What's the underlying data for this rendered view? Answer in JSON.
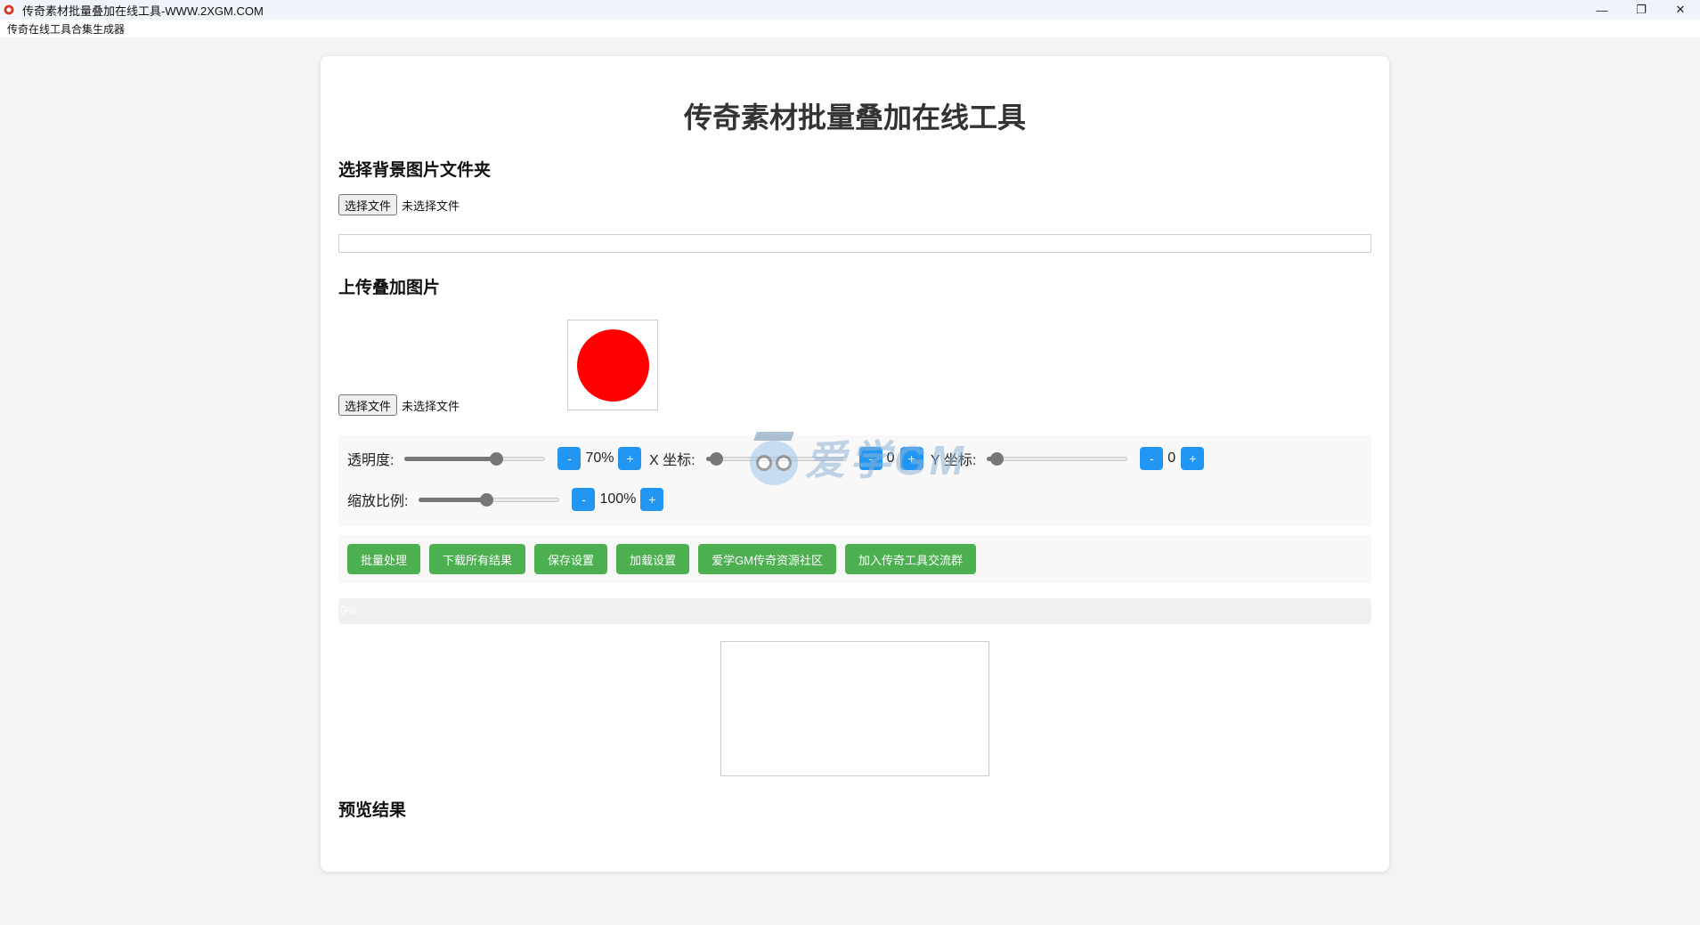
{
  "window": {
    "title": "传奇素材批量叠加在线工具-WWW.2XGM.COM",
    "menu": "传奇在线工具合集生成器",
    "minimize": "—",
    "restore": "❐",
    "close": "✕"
  },
  "page": {
    "title": "传奇素材批量叠加在线工具"
  },
  "background_section": {
    "title": "选择背景图片文件夹",
    "file_button": "选择文件",
    "file_status": "未选择文件"
  },
  "overlay_section": {
    "title": "上传叠加图片",
    "file_button": "选择文件",
    "file_status": "未选择文件"
  },
  "controls": {
    "opacity": {
      "label": "透明度:",
      "value": "70%",
      "fraction": 0.65,
      "minus": "-",
      "plus": "+"
    },
    "x": {
      "label": "X 坐标:",
      "value": "0",
      "fraction": 0.07,
      "minus": "-",
      "plus": "+"
    },
    "y": {
      "label": "Y 坐标:",
      "value": "0",
      "fraction": 0.07,
      "minus": "-",
      "plus": "+"
    },
    "scale": {
      "label": "缩放比例:",
      "value": "100%",
      "fraction": 0.48,
      "minus": "-",
      "plus": "+"
    }
  },
  "actions": {
    "batch": "批量处理",
    "download": "下载所有结果",
    "save": "保存设置",
    "load": "加载设置",
    "community": "爱学GM传奇资源社区",
    "group": "加入传奇工具交流群"
  },
  "progress": {
    "text": "0%",
    "fraction": 0
  },
  "preview": {
    "title": "预览结果"
  },
  "watermark": {
    "text": "爱学GM"
  },
  "colors": {
    "accent_blue": "#2196f3",
    "action_green": "#4caf50",
    "overlay_red": "#ff0000"
  }
}
